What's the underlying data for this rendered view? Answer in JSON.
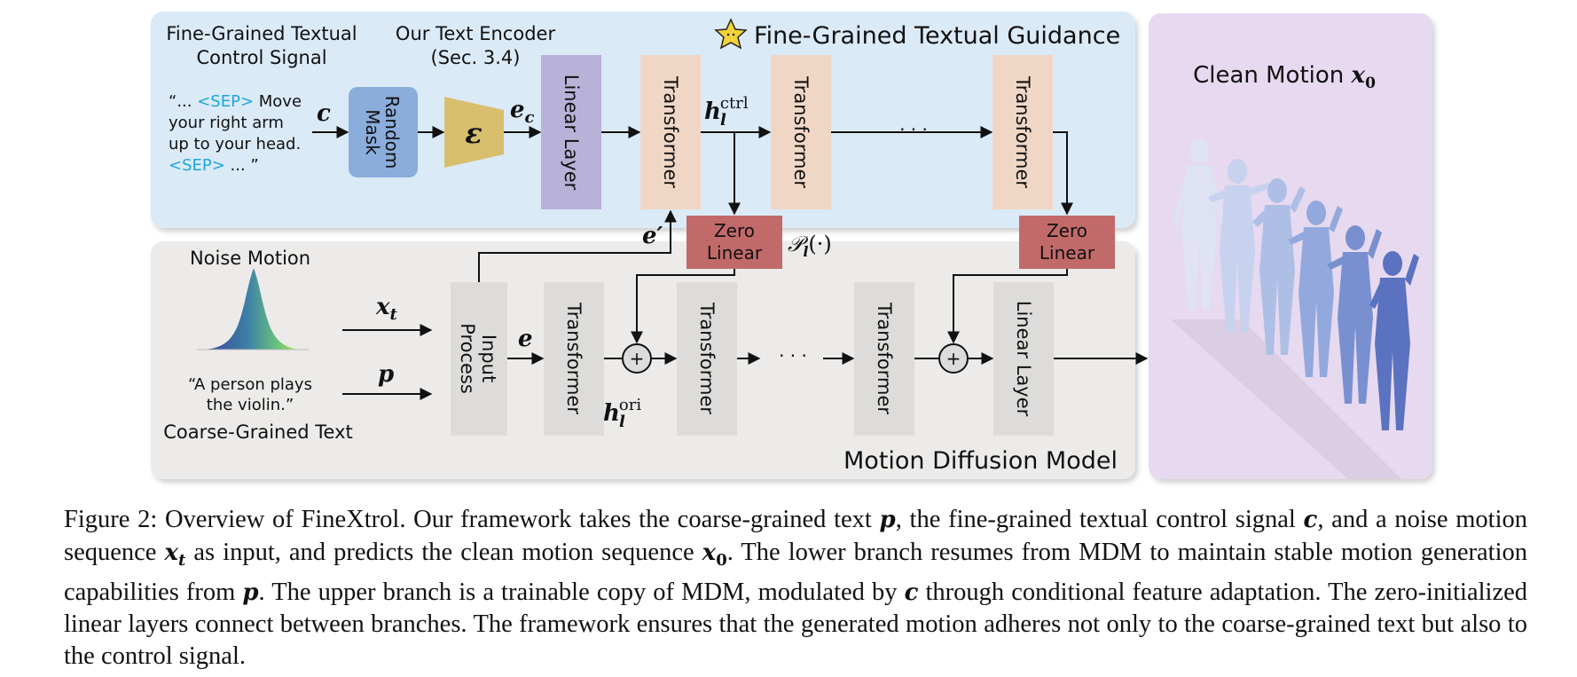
{
  "figure": {
    "top_panel": {
      "title": "Fine-Grained Textual Guidance",
      "control_signal_heading": [
        "Fine-Grained Textual",
        "Control Signal"
      ],
      "encoder_heading": [
        "Our Text Encoder",
        "(Sec. 3.4)"
      ],
      "control_text": {
        "l1_a": "“... ",
        "l1_sep": "<SEP>",
        "l1_b": " Move",
        "l2": "your right arm",
        "l3": "up to your head.",
        "l4_sep": "<SEP>",
        "l4_b": " ... ”"
      },
      "c_label": "c",
      "random_mask": [
        "Random",
        "Mask"
      ],
      "encoder_symbol": "ε",
      "ec_label": "e",
      "ec_sub": "c",
      "linear_layer": "Linear Layer",
      "transformer": "Transformer",
      "h_ctrl_base": "h",
      "h_ctrl_sub": "l",
      "h_ctrl_sup": "ctrl",
      "dots": "· · ·"
    },
    "bridge": {
      "zero_linear": [
        "Zero",
        "Linear"
      ],
      "e_prime_base": "e",
      "e_prime_mark": "′",
      "p_label": "𝒫",
      "p_sub": "l",
      "p_rest": "(·)"
    },
    "bottom_panel": {
      "title": "Motion Diffusion Model",
      "noise_motion": "Noise Motion",
      "xt_base": "x",
      "xt_sub": "t",
      "p_label": "p",
      "coarse_text": [
        "“A person plays",
        "the violin.”"
      ],
      "coarse_heading": "Coarse-Grained Text",
      "input_process": [
        "Input",
        "Process"
      ],
      "e_label": "e",
      "transformer": "Transformer",
      "h_ori_base": "h",
      "h_ori_sub": "l",
      "h_ori_sup": "ori",
      "plus": "+",
      "dots": "· · ·",
      "linear_layer": "Linear Layer"
    },
    "right_panel": {
      "title": "Clean Motion ",
      "x0_base": "x",
      "x0_sub": "0"
    },
    "colors": {
      "top_bg": "#dbeaf7",
      "bottom_bg": "#ecebe9",
      "right_bg": "#e6d9f0",
      "linear_purple": "#b8b2d8",
      "transformer_peach": "#f0d7c5",
      "mask_blue": "#8aaddc",
      "encoder_gold": "#d8bf6e",
      "zero_linear_red": "#c26a6a",
      "gray_block": "#dddcda",
      "sep_cyan": "#1aa6df"
    }
  },
  "caption": {
    "t1": "Figure 2: Overview of FineXtrol. Our framework takes the coarse-grained text ",
    "m1": "p",
    "t2": ", the fine-grained textual control signal ",
    "m2": "c",
    "t3": ", and a noise motion sequence ",
    "m3": "x",
    "m3s": "t",
    "t4": " as input, and predicts the clean motion sequence ",
    "m4": "x",
    "m4s": "0",
    "t5": ". The lower branch resumes from MDM to maintain stable motion generation capabilities from ",
    "m5": "p",
    "t6": ". The upper branch is a trainable copy of MDM, modulated by ",
    "m6": "c",
    "t7": " through conditional feature adaptation. The zero-initialized linear layers connect between branches. The framework ensures that the generated motion adheres not only to the coarse-grained text but also to the control signal."
  }
}
